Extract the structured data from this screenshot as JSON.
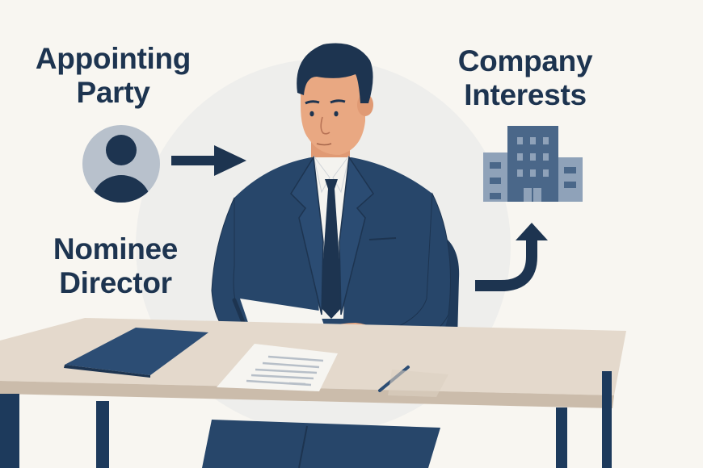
{
  "labels": {
    "appointing_party": {
      "line1": "Appointing",
      "line2": "Party"
    },
    "company_interests": {
      "line1": "Company",
      "line2": "Interests"
    },
    "nominee_director": {
      "line1": "Nominee",
      "line2": "Director"
    }
  },
  "icons": {
    "appointing_party": "person-avatar-icon",
    "flow_right": "arrow-right-icon",
    "company": "office-building-icon",
    "flow_up": "curved-arrow-up-icon"
  },
  "colors": {
    "background": "#f8f6f1",
    "halo": "#eeeeec",
    "navy": "#1d3450",
    "suit": "#27466a",
    "skin": "#e9a882",
    "desk_top": "#e4d9cc",
    "desk_edge": "#cbbcab",
    "building_dark": "#4a6789",
    "building_light": "#8fa2b9",
    "avatar_bg": "#b8c1cc"
  }
}
